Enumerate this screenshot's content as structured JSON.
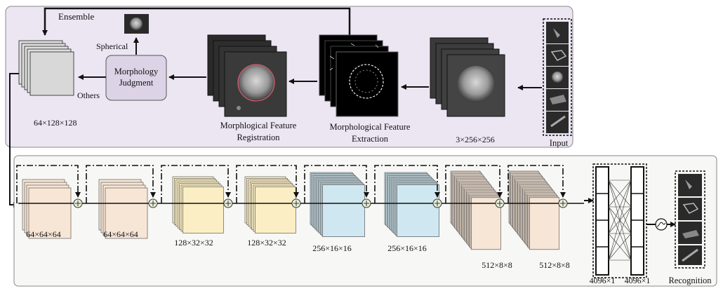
{
  "top_panel": {
    "ensemble_label": "Ensemble",
    "spherical_label": "Spherical",
    "others_label": "Others",
    "morphology_judgment": [
      "Morphology",
      "Judgment"
    ],
    "output_dims": "64×128×128",
    "registration_label": [
      "Morphlogical Feature",
      "Registration"
    ],
    "extraction_label": [
      "Morphological Feature",
      "Extraction"
    ],
    "input_dims": "3×256×256",
    "input_label": "Input"
  },
  "bottom_panel": {
    "blocks": [
      {
        "dims": "64×64×64",
        "color": "#f7e6d6"
      },
      {
        "dims": "64×64×64",
        "color": "#f7e6d6"
      },
      {
        "dims": "128×32×32",
        "color": "#fbeec4"
      },
      {
        "dims": "128×32×32",
        "color": "#fbeec4"
      },
      {
        "dims": "256×16×16",
        "color": "#cfe7f0"
      },
      {
        "dims": "256×16×16",
        "color": "#cfe7f0"
      },
      {
        "dims": "512×8×8",
        "color": "#f7e6d6"
      },
      {
        "dims": "512×8×8",
        "color": "#f7e6d6"
      }
    ],
    "fc_label_1": "4096×1",
    "fc_label_2": "4096×1",
    "recognition_label": "Recognition"
  },
  "colors": {
    "top_panel_fill": "#ece6f3",
    "judgment_fill": "#dcd3e6",
    "bottom_panel_fill": "#f7f7f5"
  }
}
